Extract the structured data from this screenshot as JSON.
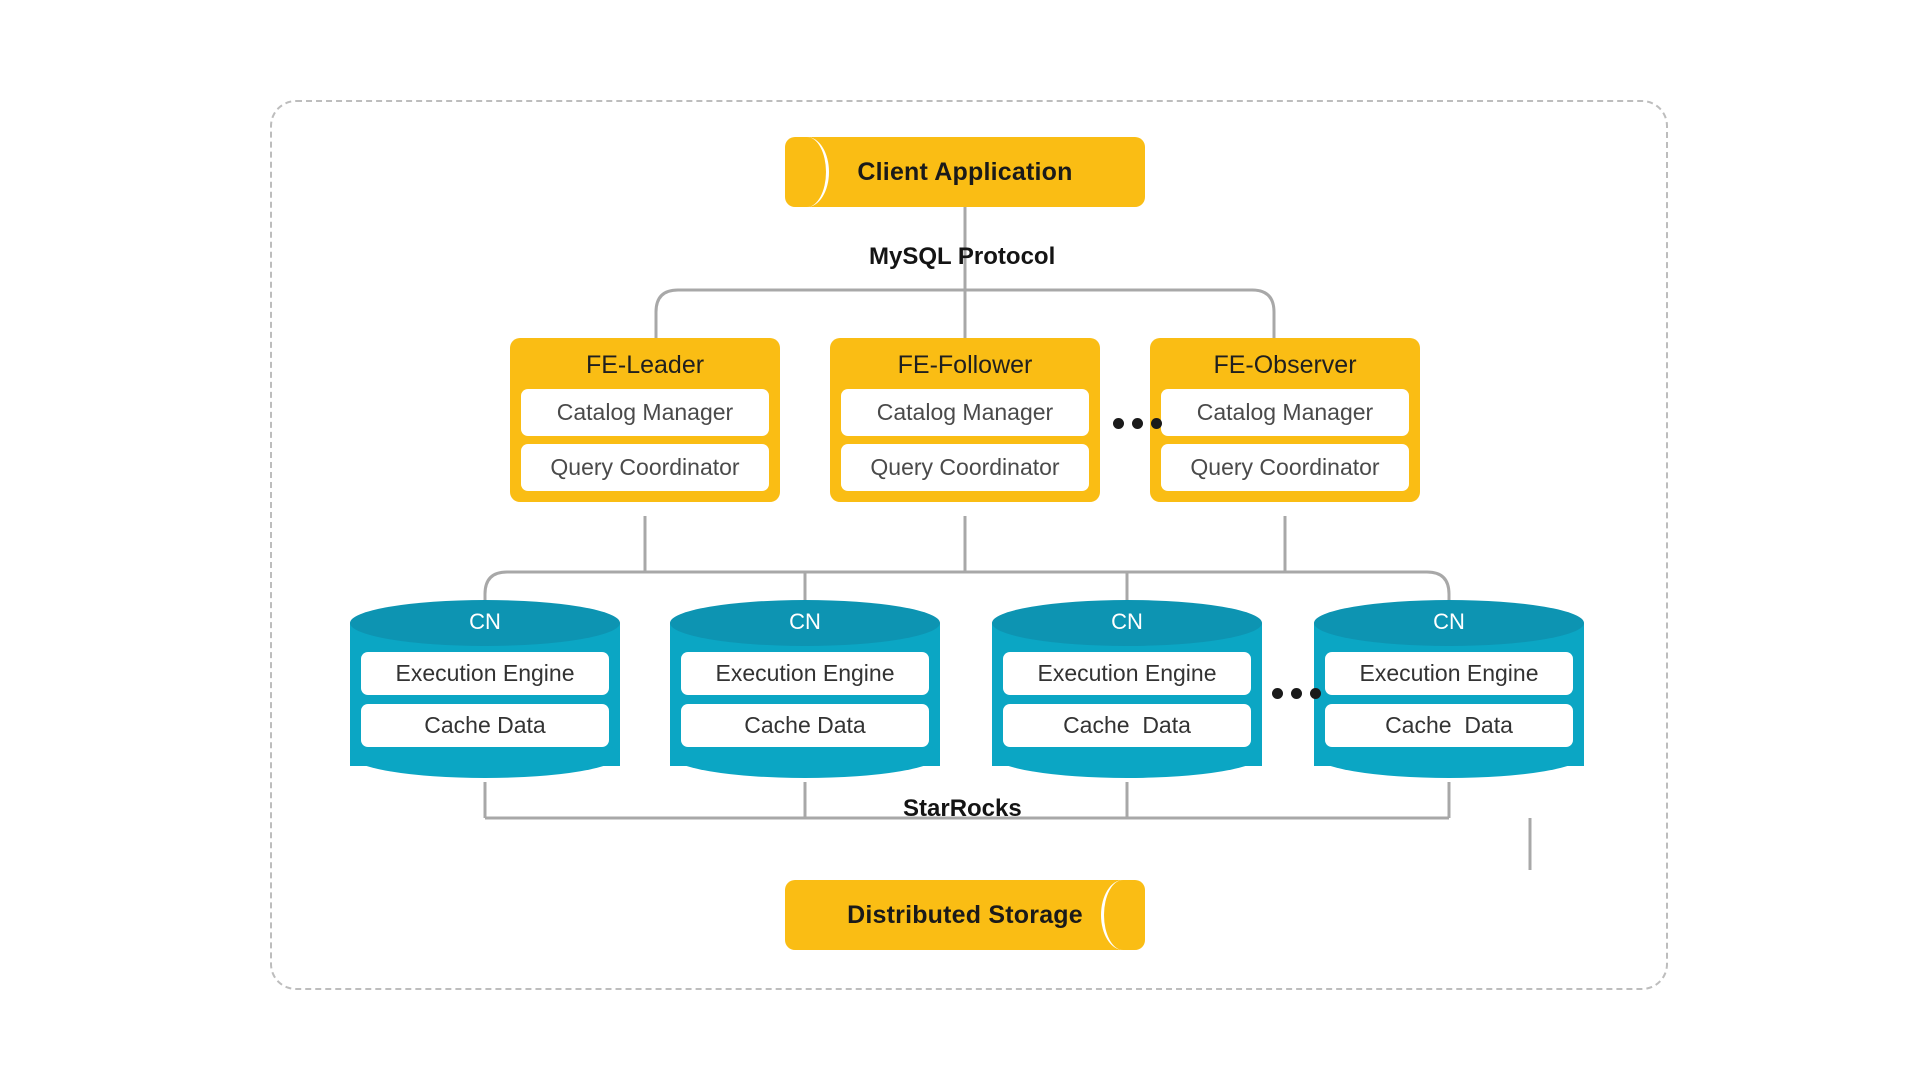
{
  "diagram": {
    "title": "StarRocks shared-data architecture",
    "colors": {
      "accent_yellow": "#FABD14",
      "accent_teal": "#0BA6C4",
      "accent_teal_top": "#0D94B2",
      "wire_gray": "#A8A8A8",
      "frame_gray": "#BDBDBD",
      "slot_white": "#FFFFFF",
      "text_dark": "#1A1A1A"
    },
    "client": {
      "label": "Client Application",
      "shape": "cylinder-horizontal",
      "cap_side": "left"
    },
    "protocol_label": "MySQL Protocol",
    "frontends": [
      {
        "title": "FE-Leader",
        "slots": [
          "Catalog Manager",
          "Query Coordinator"
        ]
      },
      {
        "title": "FE-Follower",
        "slots": [
          "Catalog Manager",
          "Query Coordinator"
        ]
      },
      {
        "title": "FE-Observer",
        "slots": [
          "Catalog Manager",
          "Query Coordinator"
        ]
      }
    ],
    "fe_ellipsis": "•••",
    "compute_nodes": [
      {
        "title": "CN",
        "slots": [
          "Execution Engine",
          "Cache Data"
        ]
      },
      {
        "title": "CN",
        "slots": [
          "Execution Engine",
          "Cache Data"
        ]
      },
      {
        "title": "CN",
        "slots": [
          "Execution Engine",
          "Cache  Data"
        ]
      },
      {
        "title": "CN",
        "slots": [
          "Execution Engine",
          "Cache  Data"
        ]
      }
    ],
    "cn_ellipsis": "•••",
    "system_label": "StarRocks",
    "storage": {
      "label": "Distributed Storage",
      "shape": "cylinder-horizontal",
      "cap_side": "right"
    }
  }
}
